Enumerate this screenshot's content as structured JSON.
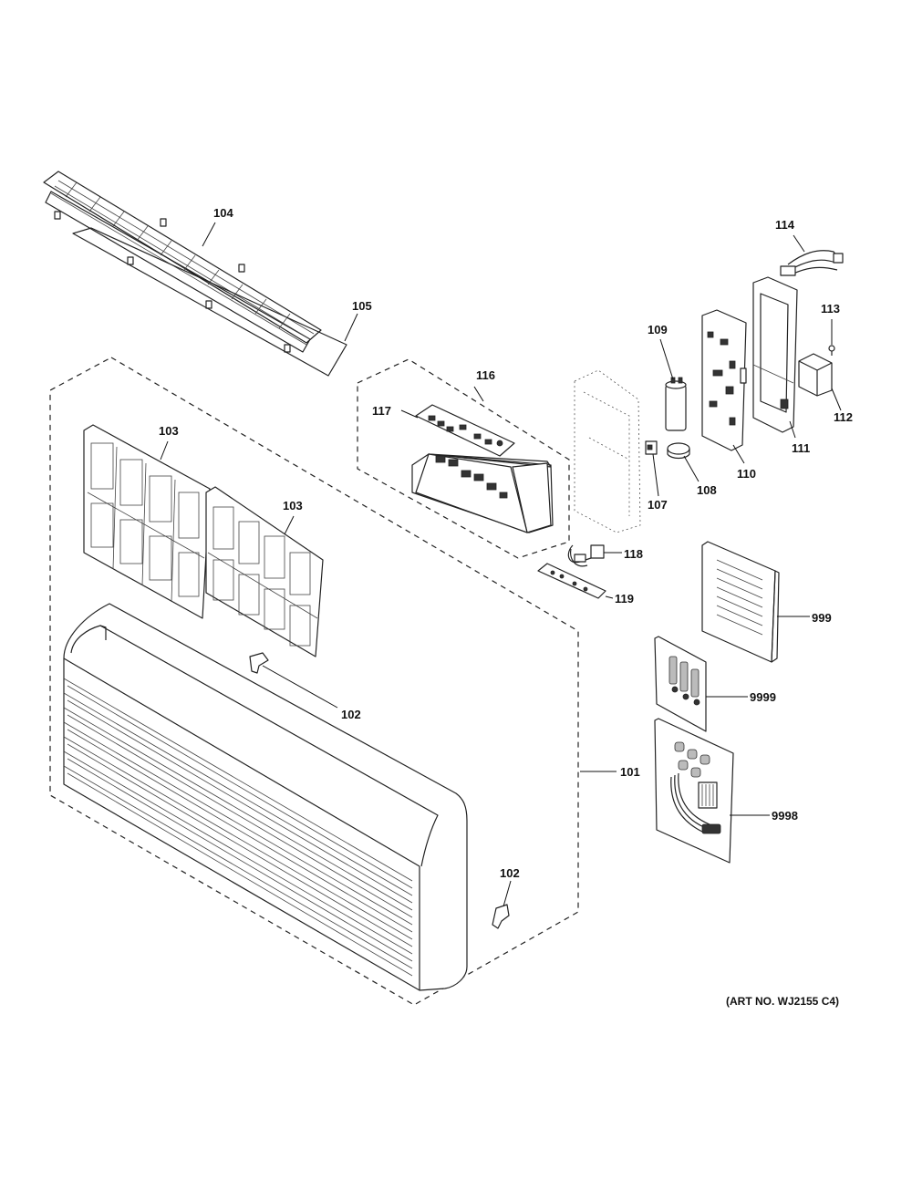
{
  "callouts": [
    {
      "id": "c104",
      "text": "104"
    },
    {
      "id": "c105",
      "text": "105"
    },
    {
      "id": "c103a",
      "text": "103"
    },
    {
      "id": "c103b",
      "text": "103"
    },
    {
      "id": "c116",
      "text": "116"
    },
    {
      "id": "c117",
      "text": "117"
    },
    {
      "id": "c114",
      "text": "114"
    },
    {
      "id": "c113",
      "text": "113"
    },
    {
      "id": "c112",
      "text": "112"
    },
    {
      "id": "c111",
      "text": "111"
    },
    {
      "id": "c110",
      "text": "110"
    },
    {
      "id": "c109",
      "text": "109"
    },
    {
      "id": "c108",
      "text": "108"
    },
    {
      "id": "c107",
      "text": "107"
    },
    {
      "id": "c118",
      "text": "118"
    },
    {
      "id": "c119",
      "text": "119"
    },
    {
      "id": "c999",
      "text": "999"
    },
    {
      "id": "c9999",
      "text": "9999"
    },
    {
      "id": "c9998",
      "text": "9998"
    },
    {
      "id": "c102a",
      "text": "102"
    },
    {
      "id": "c102b",
      "text": "102"
    },
    {
      "id": "c101",
      "text": "101"
    }
  ],
  "art_number": "(ART NO. WJ2155 C4)"
}
